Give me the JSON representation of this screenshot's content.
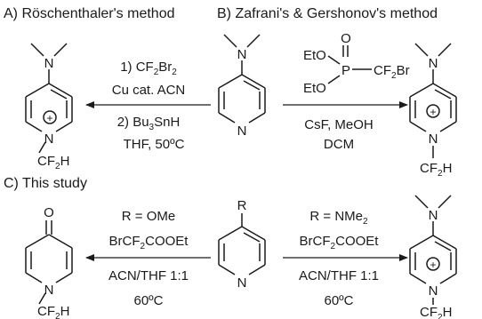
{
  "headers": {
    "a": "A) Röschenthaler's method",
    "b": "B)  Zafrani's & Gershonov's method",
    "c": "C) This study"
  },
  "atoms": {
    "N": "N",
    "CF2H_pre": "CF",
    "CF2H_sub": "2",
    "CF2H_post": "H",
    "O": "O",
    "R": "R",
    "plus": "+"
  },
  "reagents": {
    "a_line1_pre": "1) CF",
    "a_line1_sub": "2",
    "a_line1_post": "Br",
    "a_line1_sub2": "2",
    "a_line2": "Cu cat. ACN",
    "a_line3_pre": "2) Bu",
    "a_line3_sub": "3",
    "a_line3_post": "SnH",
    "a_line4": "THF, 50ºC",
    "b_eto_top": "EtO",
    "b_eto_bottom": "EtO",
    "b_p": "P",
    "b_cf2br_pre": "CF",
    "b_cf2br_sub": "2",
    "b_cf2br_post": "Br",
    "b_o": "O",
    "b_line2": "CsF, MeOH",
    "b_line3": "DCM",
    "c_left_line1": "R = OMe",
    "c_left_line2_pre": "BrCF",
    "c_left_line2_sub": "2",
    "c_left_line2_post": "COOEt",
    "c_left_line3": "ACN/THF 1:1",
    "c_left_line4": "60ºC",
    "c_right_line1_pre": "R = NMe",
    "c_right_line1_sub": "2",
    "c_right_line2_pre": "BrCF",
    "c_right_line2_sub": "2",
    "c_right_line2_post": "COOEt",
    "c_right_line3": "ACN/THF 1:1",
    "c_right_line4": "60ºC"
  }
}
